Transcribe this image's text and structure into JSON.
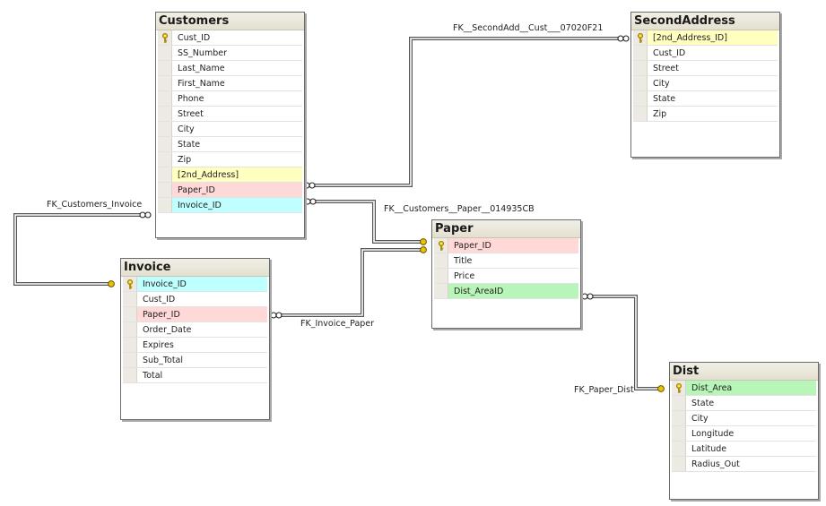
{
  "tables": [
    {
      "name": "customers",
      "title": "Customers",
      "columns": [
        {
          "name": "Cust_ID",
          "key": true,
          "color": ""
        },
        {
          "name": "SS_Number",
          "key": false,
          "color": ""
        },
        {
          "name": "Last_Name",
          "key": false,
          "color": ""
        },
        {
          "name": "First_Name",
          "key": false,
          "color": ""
        },
        {
          "name": "Phone",
          "key": false,
          "color": ""
        },
        {
          "name": "Street",
          "key": false,
          "color": ""
        },
        {
          "name": "City",
          "key": false,
          "color": ""
        },
        {
          "name": "State",
          "key": false,
          "color": ""
        },
        {
          "name": "Zip",
          "key": false,
          "color": ""
        },
        {
          "name": "[2nd_Address]",
          "key": false,
          "color": "yellow"
        },
        {
          "name": "Paper_ID",
          "key": false,
          "color": "pink"
        },
        {
          "name": "Invoice_ID",
          "key": false,
          "color": "cyan"
        }
      ]
    },
    {
      "name": "secondaddress",
      "title": "SecondAddress",
      "columns": [
        {
          "name": "[2nd_Address_ID]",
          "key": true,
          "color": "yellow"
        },
        {
          "name": "Cust_ID",
          "key": false,
          "color": ""
        },
        {
          "name": "Street",
          "key": false,
          "color": ""
        },
        {
          "name": "City",
          "key": false,
          "color": ""
        },
        {
          "name": "State",
          "key": false,
          "color": ""
        },
        {
          "name": "Zip",
          "key": false,
          "color": ""
        }
      ]
    },
    {
      "name": "invoice",
      "title": "Invoice",
      "columns": [
        {
          "name": "Invoice_ID",
          "key": true,
          "color": "cyan"
        },
        {
          "name": "Cust_ID",
          "key": false,
          "color": ""
        },
        {
          "name": "Paper_ID",
          "key": false,
          "color": "pink"
        },
        {
          "name": "Order_Date",
          "key": false,
          "color": ""
        },
        {
          "name": "Expires",
          "key": false,
          "color": ""
        },
        {
          "name": "Sub_Total",
          "key": false,
          "color": ""
        },
        {
          "name": "Total",
          "key": false,
          "color": ""
        }
      ]
    },
    {
      "name": "paper",
      "title": "Paper",
      "columns": [
        {
          "name": "Paper_ID",
          "key": true,
          "color": "pink"
        },
        {
          "name": "Title",
          "key": false,
          "color": ""
        },
        {
          "name": "Price",
          "key": false,
          "color": ""
        },
        {
          "name": "Dist_AreaID",
          "key": false,
          "color": "green"
        }
      ]
    },
    {
      "name": "dist",
      "title": "Dist",
      "columns": [
        {
          "name": "Dist_Area",
          "key": true,
          "color": "green"
        },
        {
          "name": "State",
          "key": false,
          "color": ""
        },
        {
          "name": "City",
          "key": false,
          "color": ""
        },
        {
          "name": "Longitude",
          "key": false,
          "color": ""
        },
        {
          "name": "Latitude",
          "key": false,
          "color": ""
        },
        {
          "name": "Radius_Out",
          "key": false,
          "color": ""
        }
      ]
    }
  ],
  "relationships": [
    {
      "name": "secondadd",
      "label": "FK__SecondAdd__Cust___07020F21"
    },
    {
      "name": "customers-invoice",
      "label": "FK_Customers_Invoice"
    },
    {
      "name": "customers-paper",
      "label": "FK__Customers__Paper__014935CB"
    },
    {
      "name": "invoice-paper",
      "label": "FK_Invoice_Paper"
    },
    {
      "name": "paper-dist",
      "label": "FK_Paper_Dist"
    }
  ],
  "highlight_colors": {
    "yellow": "#ffffc0",
    "pink": "#ffd8d8",
    "cyan": "#c0ffff",
    "green": "#b8f5b8"
  }
}
